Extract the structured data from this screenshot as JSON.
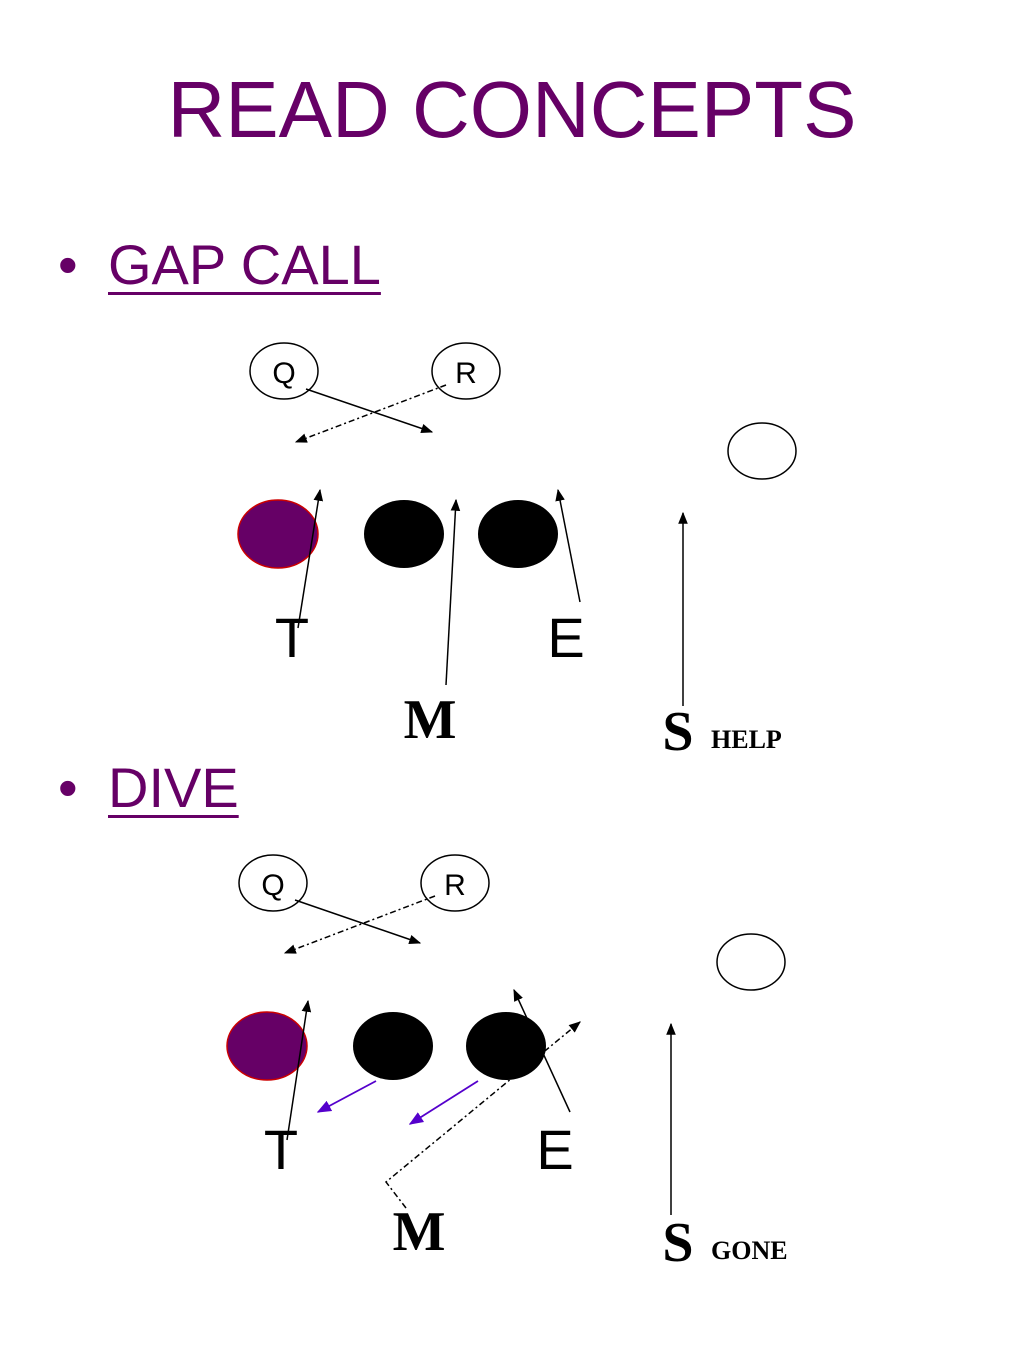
{
  "title": "READ CONCEPTS",
  "colors": {
    "title": "#660066",
    "player_fill": "#660066",
    "blocker": "#000000",
    "arrow_accent": "#5500cc"
  },
  "sections": [
    {
      "heading": "GAP CALL",
      "backfield": {
        "q": "Q",
        "r": "R"
      },
      "labels": {
        "t": "T",
        "e": "E",
        "m": "M",
        "s": "S",
        "s_note": "HELP"
      }
    },
    {
      "heading": "DIVE",
      "backfield": {
        "q": "Q",
        "r": "R"
      },
      "labels": {
        "t": "T",
        "e": "E",
        "m": "M",
        "s": "S",
        "s_note": "GONE"
      }
    }
  ]
}
